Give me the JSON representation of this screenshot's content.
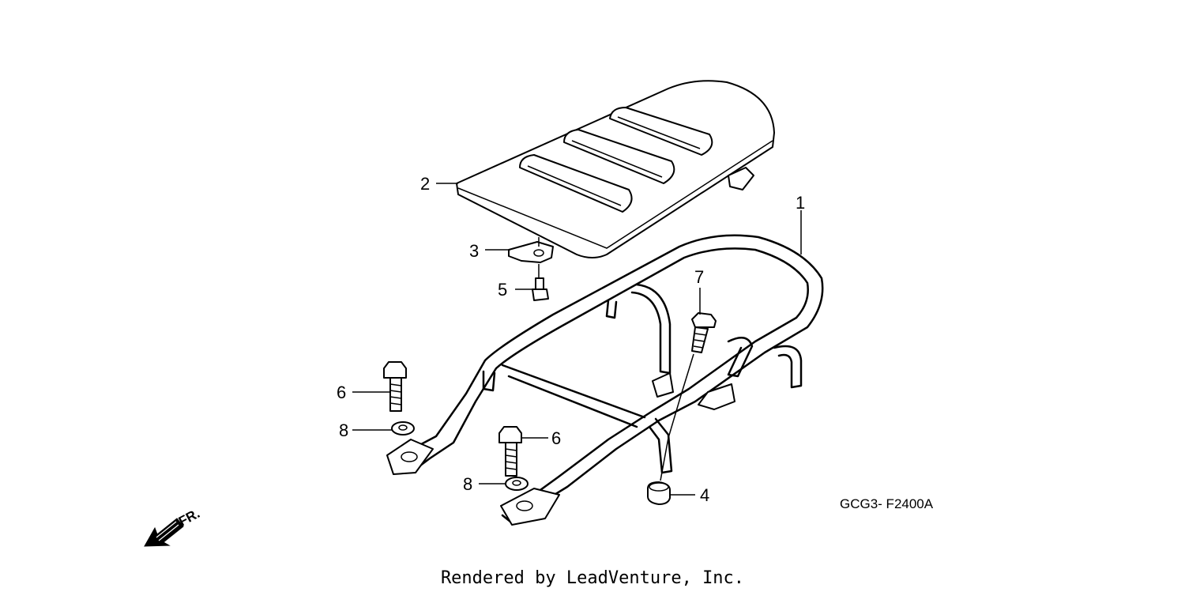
{
  "callouts": {
    "c1": "1",
    "c2": "2",
    "c3": "3",
    "c4": "4",
    "c5": "5",
    "c6a": "6",
    "c6b": "6",
    "c7": "7",
    "c8a": "8",
    "c8b": "8"
  },
  "diagram_code": "GCG3- F2400A",
  "direction_label": "FR.",
  "footer": "Rendered by LeadVenture, Inc."
}
